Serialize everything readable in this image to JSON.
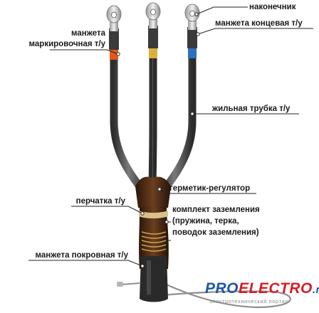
{
  "labels": {
    "nakonechnik": "наконечник",
    "manzheta_koncevaya": "манжета концевая т/у",
    "manzheta_mark_line1": "манжета",
    "manzheta_mark_line2": "маркировочная т/у",
    "zhilnaya_trubka": "жильная трубка т/у",
    "germetik": "герметик-регулятор",
    "perchatka": "перчатка т/у",
    "komplekt_line1": "комплект заземления",
    "komplekt_line2": "(пружина, терка,",
    "komplekt_line3": "поводок заземления)",
    "manzheta_pokrovnaya": "манжета покровная т/у"
  },
  "brand": {
    "part1": "PRO",
    "part2": "ELECTRO",
    "part3": ".ru",
    "subtitle": "электротехнический портал"
  },
  "colors": {
    "brand_blue": "#1c57a5",
    "brand_red": "#d21f26",
    "cable": "#4a4a4a",
    "marker_orange": "#e0591c",
    "marker_yellow": "#d8b13a",
    "marker_blue": "#2f6fc0",
    "glove": "#4a2a14"
  }
}
